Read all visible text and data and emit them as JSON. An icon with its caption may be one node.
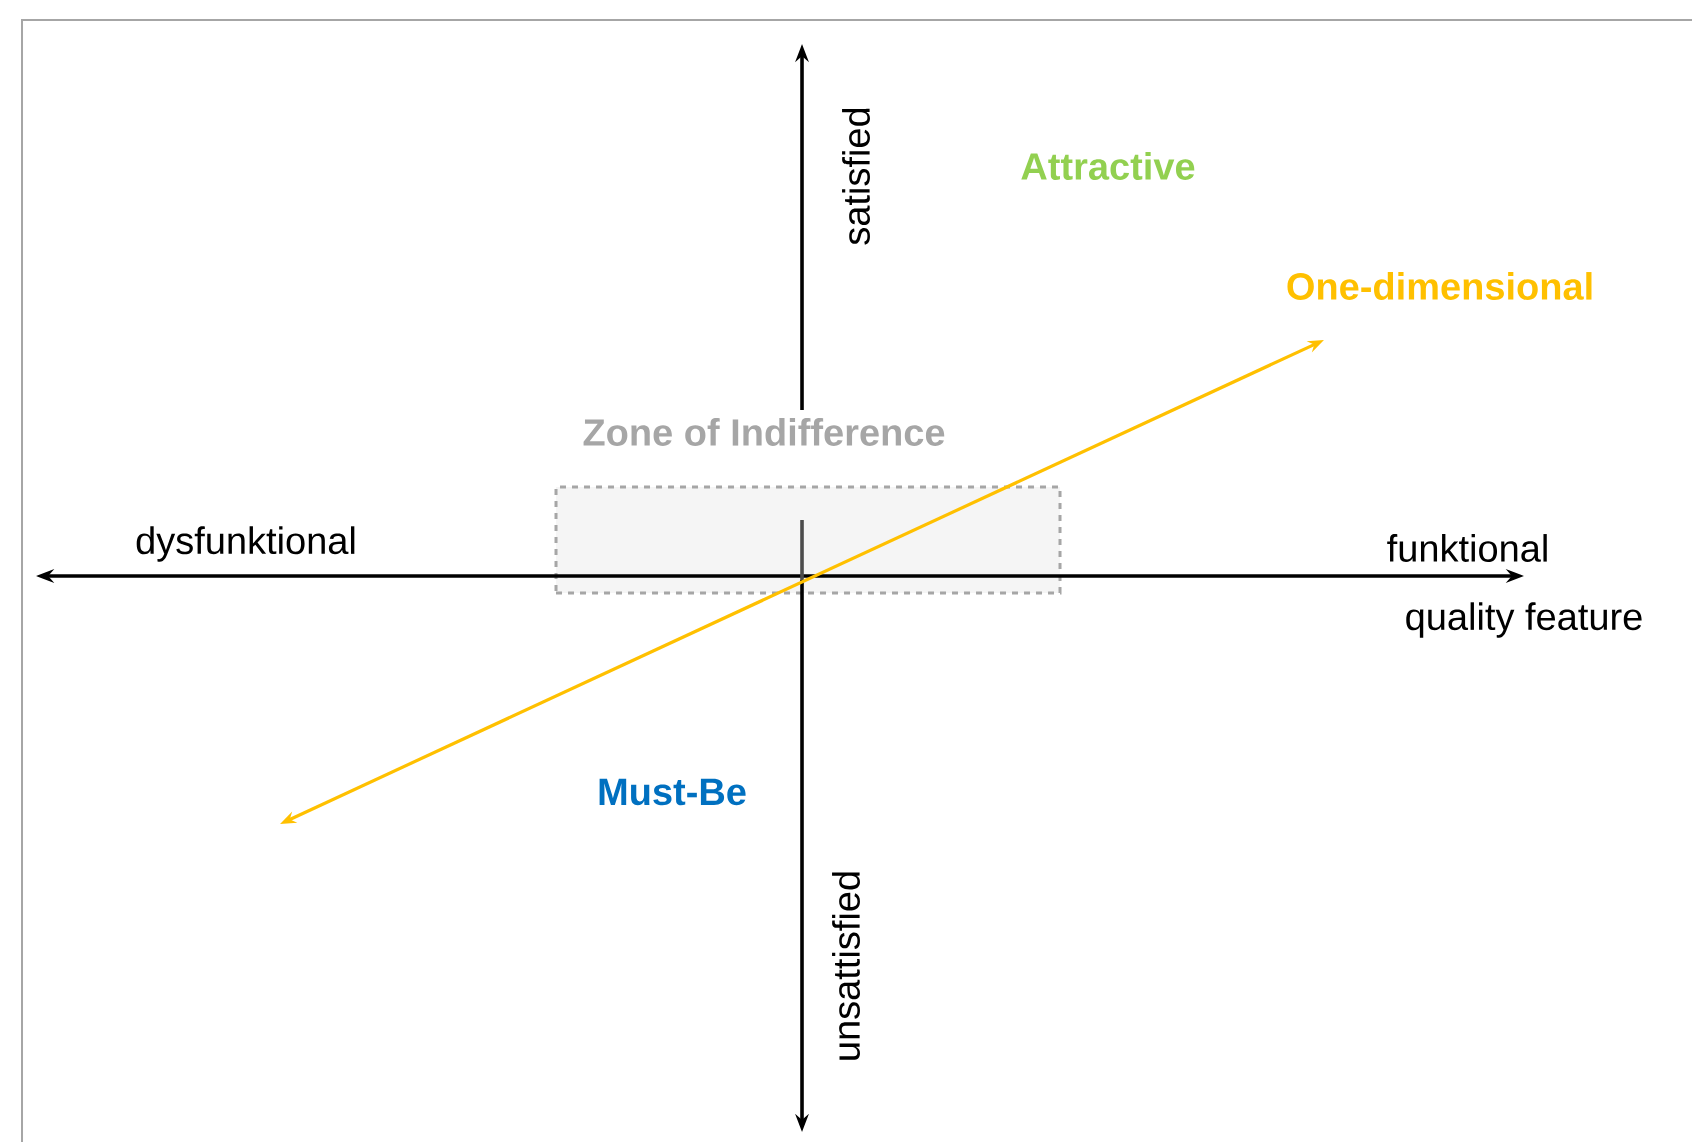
{
  "diagram": {
    "nodes": [
      {
        "text": [
          "Zone of Indifference"
        ]
      }
    ],
    "labels": [
      "satisfied",
      "Attractive",
      "One-dimensional",
      "dysfunktional",
      "funktional",
      "quality feature",
      "Must-Be",
      "unsattisfied"
    ]
  }
}
